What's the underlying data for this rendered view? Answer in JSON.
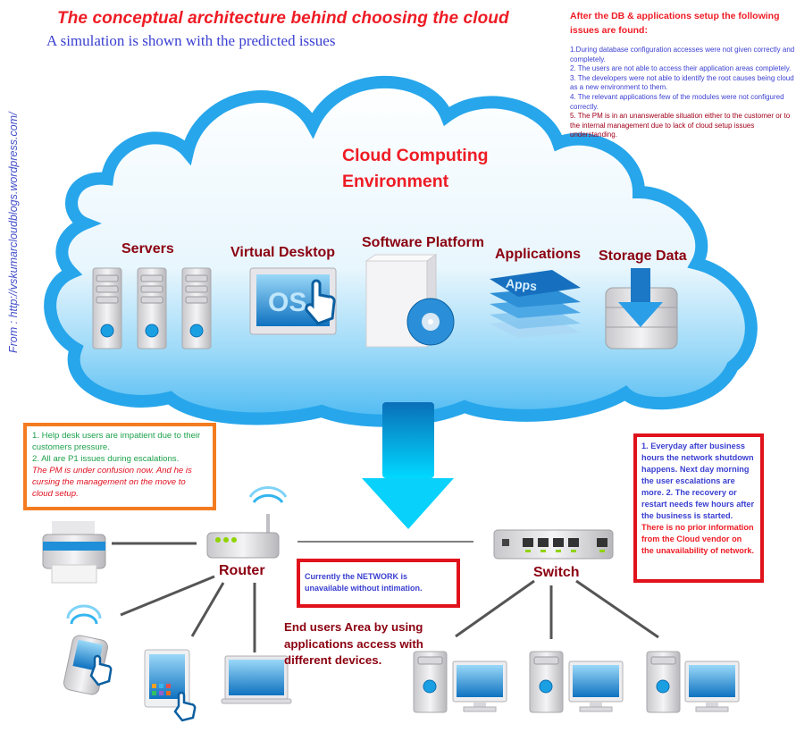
{
  "header": {
    "title": "The conceptual architecture behind choosing the cloud",
    "subtitle": "A simulation is shown with the predicted issues",
    "source_credit": "From : http://vskumarcloudblogs.wordpress.com/"
  },
  "issues_panel": {
    "heading": "After the DB & applications setup the following issues are found:",
    "items": [
      "1.During database configuration accesses were not given correctly and completely.",
      "2. The users are not able to access their application areas completely.",
      "3. The developers were not able to identify the root causes being cloud as a new environment to them.",
      "4. The relevant applications few of the modules were not configured correctly.",
      "5. The PM is in an unanswerable situation either to the customer or to the internal management due to lack of cloud setup issues understanding."
    ]
  },
  "cloud": {
    "title_line1": "Cloud Computing",
    "title_line2": "Environment",
    "components": [
      {
        "label": "Servers",
        "icon": "servers-icon"
      },
      {
        "label": "Virtual Desktop",
        "icon": "virtual-desktop-icon",
        "screen_text": "OS"
      },
      {
        "label": "Software Platform",
        "icon": "software-box-icon"
      },
      {
        "label": "Applications",
        "icon": "apps-stack-icon",
        "badge_text": "Apps"
      },
      {
        "label": "Storage Data",
        "icon": "storage-database-icon"
      }
    ]
  },
  "helpdesk_note": {
    "green_lines": [
      "1. Help desk users are impatient due to their customers pressure.",
      "2. All are P1 issues during escalations."
    ],
    "red_text": "The PM is under confusion now. And he is cursing the management on the move to cloud setup."
  },
  "network_note": {
    "blue_text": "1. Everyday after business hours the network shutdown happens. Next day morning the user escalations are more. 2. The recovery or restart needs few hours after the business is started.",
    "red_text": "There is no prior information from the Cloud vendor on the unavailability of network."
  },
  "network_status_note": "Currently the NETWORK is unavailable without intimation.",
  "end_users_label": "End users Area by using applications access with different devices.",
  "network": {
    "router_label": "Router",
    "switch_label": "Switch"
  },
  "colors": {
    "title_red": "#ee1c25",
    "text_blue": "#3a3fd0",
    "label_maroon": "#8b0010",
    "cloud_blue": "#29a8ec",
    "orange_border": "#f47c20",
    "red_border": "#e0121c",
    "note_green": "#1ea14b"
  }
}
